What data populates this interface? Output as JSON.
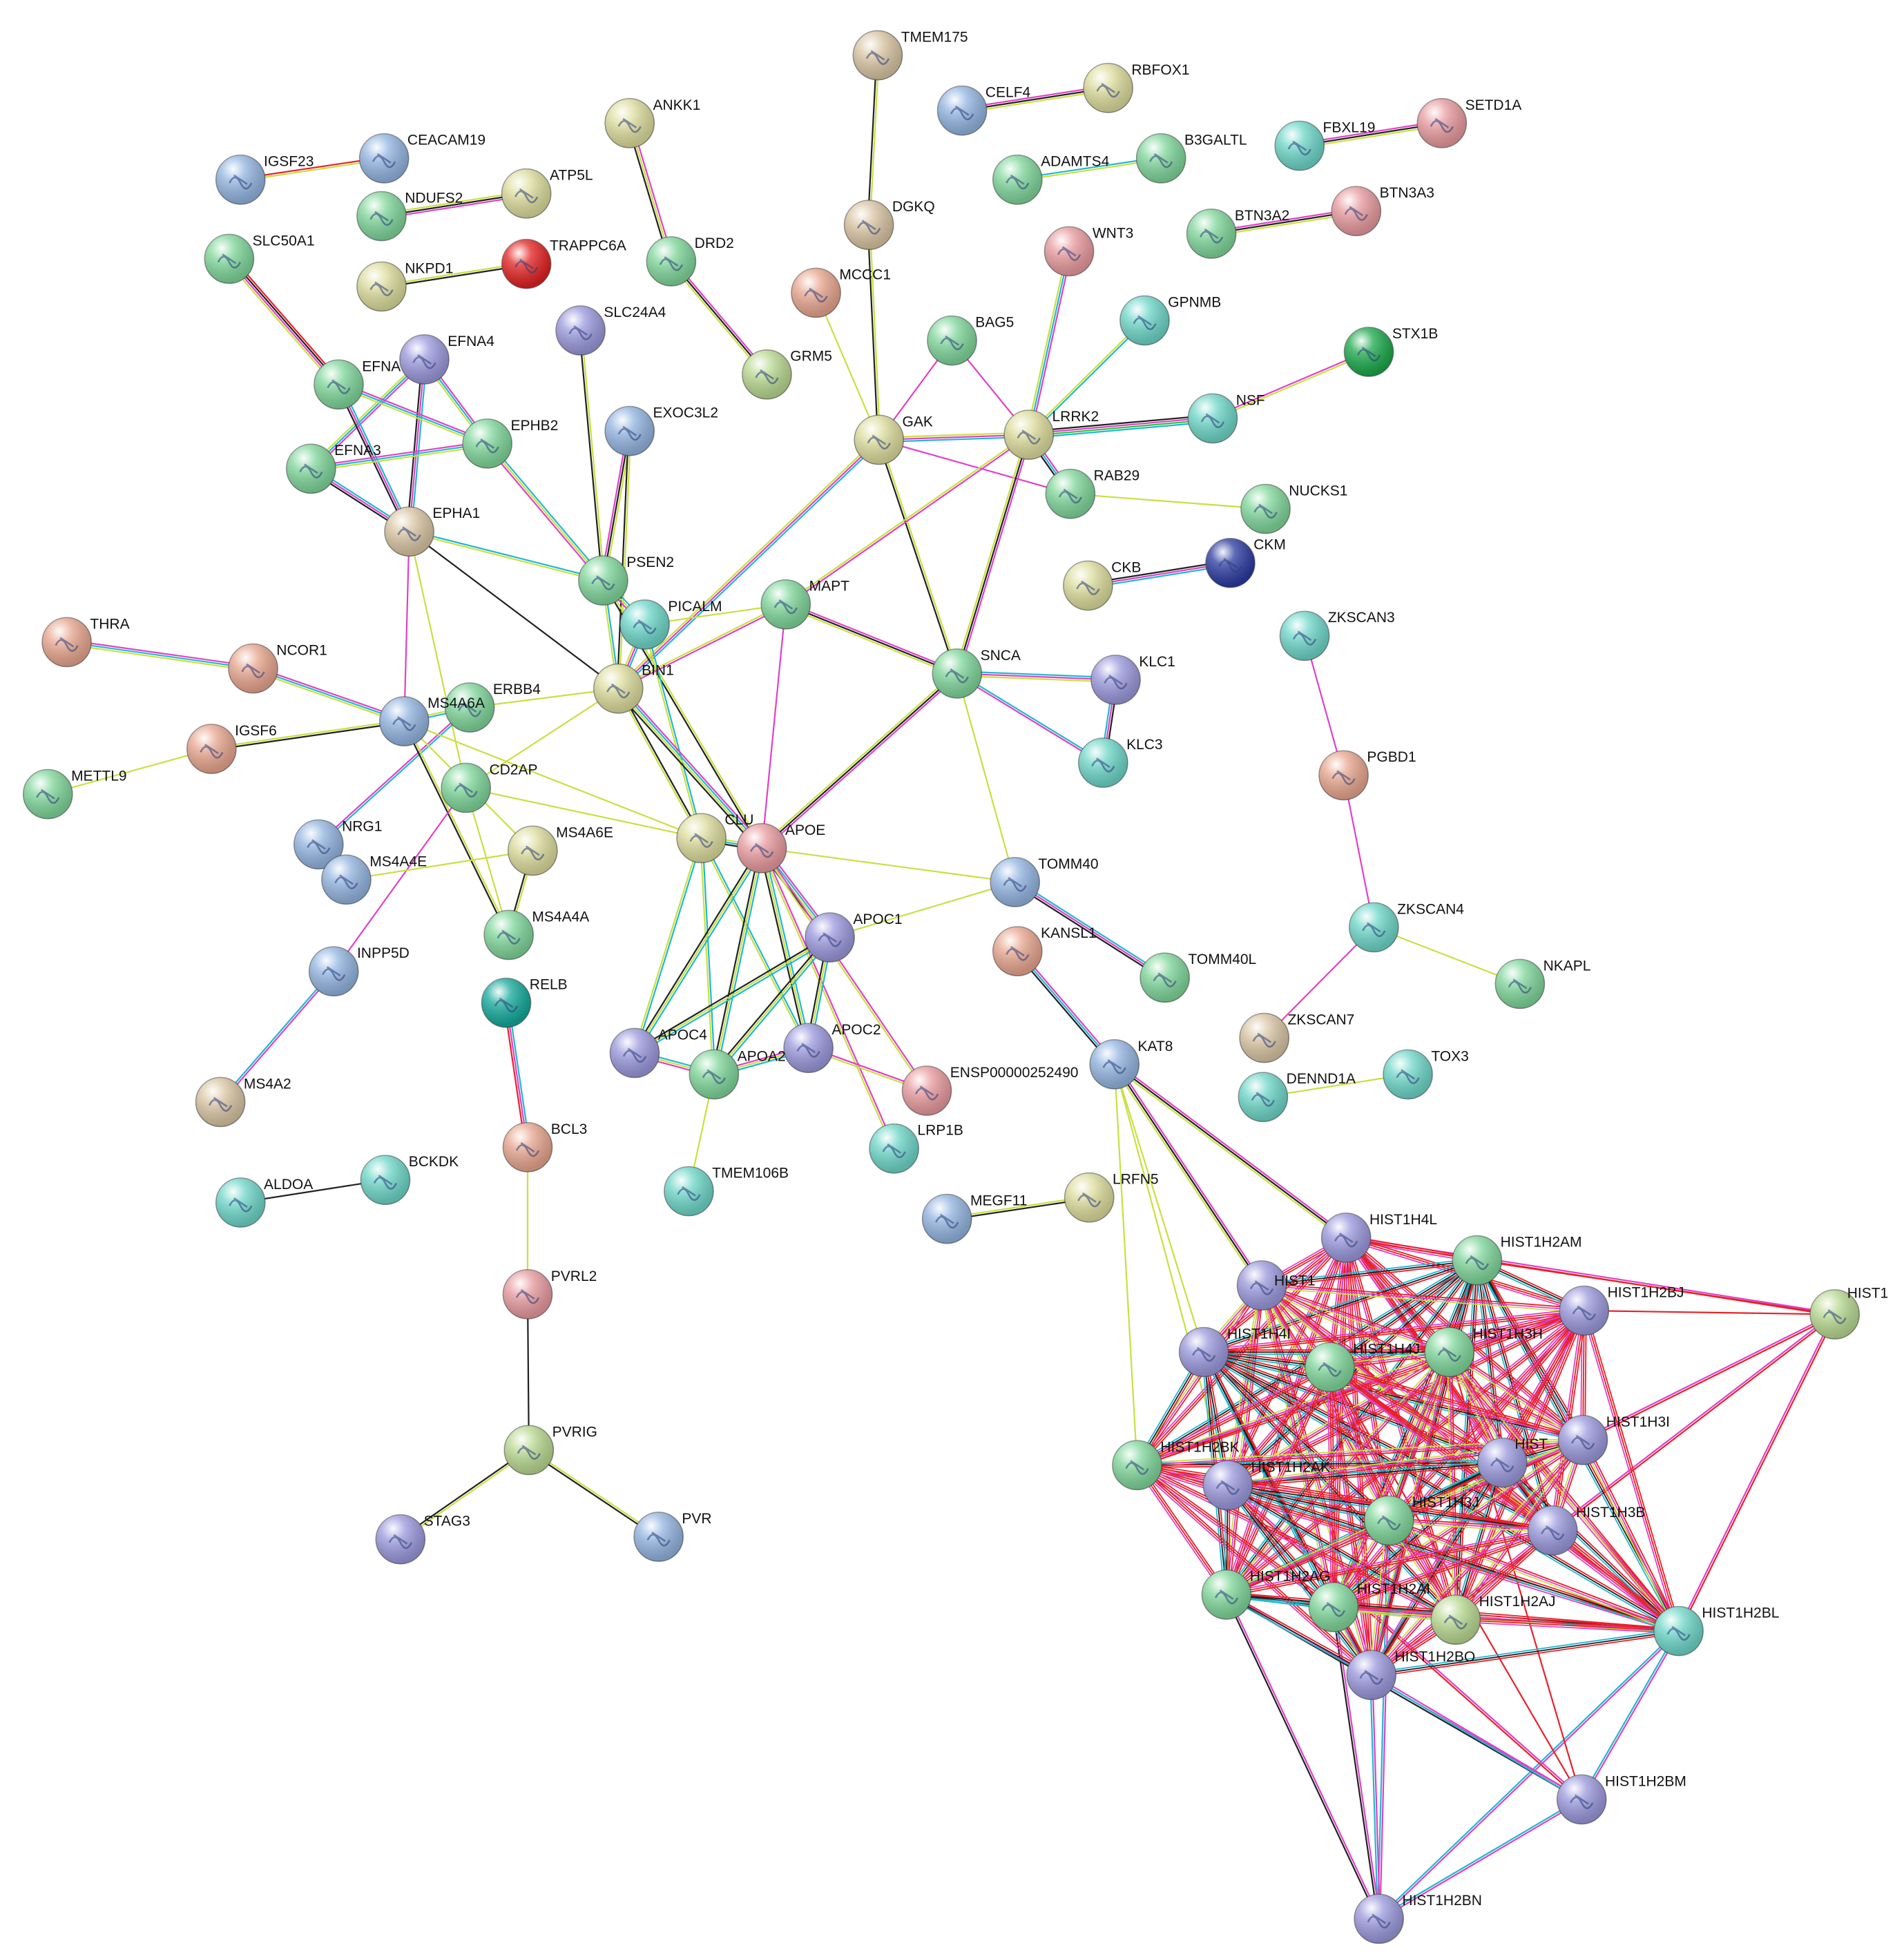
{
  "colors": {
    "green": "#7fd69a",
    "teal": "#6dd6c8",
    "blue": "#92b4e0",
    "purple": "#9a98dc",
    "yellow": "#dcdc9c",
    "salmon": "#e8a58e",
    "olive": "#b8d890",
    "tan": "#d8c4a2",
    "pink": "#e89a9e",
    "red": "#e22020",
    "darkgreen": "#1aa84a",
    "darkteal": "#14a89a",
    "navy": "#2a3aa0",
    "edge_red": "#e8202a",
    "edge_magenta": "#e040c8",
    "edge_cyan": "#20b8d0",
    "edge_yellow": "#c8e040",
    "edge_black": "#202020",
    "edge_green": "#30c040",
    "edge_blue": "#4040e0"
  },
  "nodes": [
    {
      "id": "TMEM175",
      "label": "TMEM175",
      "color": "tan"
    },
    {
      "id": "CELF4",
      "label": "CELF4",
      "color": "blue"
    },
    {
      "id": "RBFOX1",
      "label": "RBFOX1",
      "color": "yellow"
    },
    {
      "id": "ANKK1",
      "label": "ANKK1",
      "color": "yellow"
    },
    {
      "id": "IGSF23",
      "label": "IGSF23",
      "color": "blue"
    },
    {
      "id": "CEACAM19",
      "label": "CEACAM19",
      "color": "blue"
    },
    {
      "id": "ADAMTS4",
      "label": "ADAMTS4",
      "color": "green"
    },
    {
      "id": "B3GALTL",
      "label": "B3GALTL",
      "color": "green"
    },
    {
      "id": "FBXL19",
      "label": "FBXL19",
      "color": "teal"
    },
    {
      "id": "SETD1A",
      "label": "SETD1A",
      "color": "pink"
    },
    {
      "id": "NDUFS2",
      "label": "NDUFS2",
      "color": "green"
    },
    {
      "id": "ATP5L",
      "label": "ATP5L",
      "color": "yellow"
    },
    {
      "id": "DGKQ",
      "label": "DGKQ",
      "color": "tan"
    },
    {
      "id": "BTN3A2",
      "label": "BTN3A2",
      "color": "green"
    },
    {
      "id": "BTN3A3",
      "label": "BTN3A3",
      "color": "pink"
    },
    {
      "id": "SLC50A1",
      "label": "SLC50A1",
      "color": "green"
    },
    {
      "id": "DRD2",
      "label": "DRD2",
      "color": "green"
    },
    {
      "id": "WNT3",
      "label": "WNT3",
      "color": "pink"
    },
    {
      "id": "NKPD1",
      "label": "NKPD1",
      "color": "yellow"
    },
    {
      "id": "TRAPPC6A",
      "label": "TRAPPC6A",
      "color": "red"
    },
    {
      "id": "MCCC1",
      "label": "MCCC1",
      "color": "salmon"
    },
    {
      "id": "GPNMB",
      "label": "GPNMB",
      "color": "teal"
    },
    {
      "id": "SLC24A4",
      "label": "SLC24A4",
      "color": "purple"
    },
    {
      "id": "BAG5",
      "label": "BAG5",
      "color": "green"
    },
    {
      "id": "STX1B",
      "label": "STX1B",
      "color": "darkgreen"
    },
    {
      "id": "EFNA4",
      "label": "EFNA4",
      "color": "purple"
    },
    {
      "id": "EFNA",
      "label": "EFNA",
      "color": "green"
    },
    {
      "id": "GRM5",
      "label": "GRM5",
      "color": "olive"
    },
    {
      "id": "EXOC3L2",
      "label": "EXOC3L2",
      "color": "blue"
    },
    {
      "id": "NSF",
      "label": "NSF",
      "color": "teal"
    },
    {
      "id": "EPHB2",
      "label": "EPHB2",
      "color": "green"
    },
    {
      "id": "GAK",
      "label": "GAK",
      "color": "yellow"
    },
    {
      "id": "LRRK2",
      "label": "LRRK2",
      "color": "yellow"
    },
    {
      "id": "EFNA3",
      "label": "EFNA3",
      "color": "green"
    },
    {
      "id": "RAB29",
      "label": "RAB29",
      "color": "green"
    },
    {
      "id": "NUCKS1",
      "label": "NUCKS1",
      "color": "green"
    },
    {
      "id": "EPHA1",
      "label": "EPHA1",
      "color": "tan"
    },
    {
      "id": "CKB",
      "label": "CKB",
      "color": "yellow"
    },
    {
      "id": "CKM",
      "label": "CKM",
      "color": "navy"
    },
    {
      "id": "PSEN2",
      "label": "PSEN2",
      "color": "green"
    },
    {
      "id": "PICALM",
      "label": "PICALM",
      "color": "teal"
    },
    {
      "id": "MAPT",
      "label": "MAPT",
      "color": "green"
    },
    {
      "id": "ZKSCAN3",
      "label": "ZKSCAN3",
      "color": "teal"
    },
    {
      "id": "THRA",
      "label": "THRA",
      "color": "salmon"
    },
    {
      "id": "NCOR1",
      "label": "NCOR1",
      "color": "salmon"
    },
    {
      "id": "SNCA",
      "label": "SNCA",
      "color": "green"
    },
    {
      "id": "KLC1",
      "label": "KLC1",
      "color": "purple"
    },
    {
      "id": "BIN1",
      "label": "BIN1",
      "color": "yellow"
    },
    {
      "id": "ERBB4",
      "label": "ERBB4",
      "color": "green"
    },
    {
      "id": "MS4A6A",
      "label": "MS4A6A",
      "color": "blue"
    },
    {
      "id": "IGSF6",
      "label": "IGSF6",
      "color": "salmon"
    },
    {
      "id": "KLC3",
      "label": "KLC3",
      "color": "teal"
    },
    {
      "id": "PGBD1",
      "label": "PGBD1",
      "color": "salmon"
    },
    {
      "id": "METTL9",
      "label": "METTL9",
      "color": "green"
    },
    {
      "id": "CD2AP",
      "label": "CD2AP",
      "color": "green"
    },
    {
      "id": "NRG1",
      "label": "NRG1",
      "color": "blue"
    },
    {
      "id": "CLU",
      "label": "CLU",
      "color": "yellow"
    },
    {
      "id": "APOE",
      "label": "APOE",
      "color": "pink"
    },
    {
      "id": "MS4A6E",
      "label": "MS4A6E",
      "color": "yellow"
    },
    {
      "id": "MS4A4E",
      "label": "MS4A4E",
      "color": "blue"
    },
    {
      "id": "TOMM40",
      "label": "TOMM40",
      "color": "blue"
    },
    {
      "id": "ZKSCAN4",
      "label": "ZKSCAN4",
      "color": "teal"
    },
    {
      "id": "APOC1",
      "label": "APOC1",
      "color": "purple"
    },
    {
      "id": "KANSL1",
      "label": "KANSL1",
      "color": "salmon"
    },
    {
      "id": "MS4A4A",
      "label": "MS4A4A",
      "color": "green"
    },
    {
      "id": "INPP5D",
      "label": "INPP5D",
      "color": "blue"
    },
    {
      "id": "TOMM40L",
      "label": "TOMM40L",
      "color": "green"
    },
    {
      "id": "NKAPL",
      "label": "NKAPL",
      "color": "green"
    },
    {
      "id": "RELB",
      "label": "RELB",
      "color": "darkteal"
    },
    {
      "id": "ZKSCAN7",
      "label": "ZKSCAN7",
      "color": "tan"
    },
    {
      "id": "APOC4",
      "label": "APOC4",
      "color": "purple"
    },
    {
      "id": "APOC2",
      "label": "APOC2",
      "color": "purple"
    },
    {
      "id": "APOA2",
      "label": "APOA2",
      "color": "green"
    },
    {
      "id": "KAT8",
      "label": "KAT8",
      "color": "blue"
    },
    {
      "id": "TOX3",
      "label": "TOX3",
      "color": "teal"
    },
    {
      "id": "ENSP",
      "label": "ENSP00000252490",
      "color": "pink"
    },
    {
      "id": "DENND1A",
      "label": "DENND1A",
      "color": "teal"
    },
    {
      "id": "MS4A2",
      "label": "MS4A2",
      "color": "tan"
    },
    {
      "id": "LRP1B",
      "label": "LRP1B",
      "color": "teal"
    },
    {
      "id": "BCL3",
      "label": "BCL3",
      "color": "salmon"
    },
    {
      "id": "ALDOA",
      "label": "ALDOA",
      "color": "teal"
    },
    {
      "id": "BCKDK",
      "label": "BCKDK",
      "color": "teal"
    },
    {
      "id": "TMEM106B",
      "label": "TMEM106B",
      "color": "teal"
    },
    {
      "id": "MEGF11",
      "label": "MEGF11",
      "color": "blue"
    },
    {
      "id": "LRFN5",
      "label": "LRFN5",
      "color": "yellow"
    },
    {
      "id": "PVRL2",
      "label": "PVRL2",
      "color": "pink"
    },
    {
      "id": "PVRIG",
      "label": "PVRIG",
      "color": "olive"
    },
    {
      "id": "STAG3",
      "label": "STAG3",
      "color": "purple"
    },
    {
      "id": "PVR",
      "label": "PVR",
      "color": "blue"
    },
    {
      "id": "HIST1H4L",
      "label": "HIST1H4L",
      "color": "purple"
    },
    {
      "id": "HIST1H2AM",
      "label": "HIST1H2AM",
      "color": "green"
    },
    {
      "id": "HIST1a",
      "label": "HIST1",
      "color": "purple"
    },
    {
      "id": "HIST1H2BJ",
      "label": "HIST1H2BJ",
      "color": "purple"
    },
    {
      "id": "HIST1b",
      "label": "HIST1",
      "color": "olive"
    },
    {
      "id": "HIST1H4I",
      "label": "HIST1H4I",
      "color": "purple"
    },
    {
      "id": "HIST1H3H",
      "label": "HIST1H3H",
      "color": "green"
    },
    {
      "id": "HIST1H4J",
      "label": "HIST1H4J",
      "color": "green"
    },
    {
      "id": "HIST1c",
      "label": "HIST",
      "color": "purple"
    },
    {
      "id": "HIST1H3I",
      "label": "HIST1H3I",
      "color": "purple"
    },
    {
      "id": "HIST1H2BK",
      "label": "HIST1H2BK",
      "color": "green"
    },
    {
      "id": "HIST1H2AK",
      "label": "HIST1H2AK",
      "color": "purple"
    },
    {
      "id": "HIST1H3J",
      "label": "HIST1H3J",
      "color": "green"
    },
    {
      "id": "HIST1H3B",
      "label": "HIST1H3B",
      "color": "purple"
    },
    {
      "id": "HIST1H2AG",
      "label": "HIST1H2AG",
      "color": "green"
    },
    {
      "id": "HIST1H2AI",
      "label": "HIST1H2AI",
      "color": "green"
    },
    {
      "id": "HIST1H2AJ",
      "label": "HIST1H2AJ",
      "color": "olive"
    },
    {
      "id": "HIST1H2BL",
      "label": "HIST1H2BL",
      "color": "teal"
    },
    {
      "id": "HIST1H2BO",
      "label": "HIST1H2BO",
      "color": "purple"
    },
    {
      "id": "HIST1H2BM",
      "label": "HIST1H2BM",
      "color": "purple"
    },
    {
      "id": "HIST1H2BN",
      "label": "HIST1H2BN",
      "color": "purple"
    }
  ],
  "edges": [
    [
      "TMEM175",
      "DGKQ",
      "yb"
    ],
    [
      "CELF4",
      "RBFOX1",
      "mby"
    ],
    [
      "ANKK1",
      "DRD2",
      "myb"
    ],
    [
      "IGSF23",
      "CEACAM19",
      "ry"
    ],
    [
      "ADAMTS4",
      "B3GALTL",
      "cy"
    ],
    [
      "FBXL19",
      "SETD1A",
      "mby"
    ],
    [
      "NDUFS2",
      "ATP5L",
      "ybm"
    ],
    [
      "BTN3A2",
      "BTN3A3",
      "mby"
    ],
    [
      "SLC50A1",
      "EFNA",
      "rbmy"
    ],
    [
      "DRD2",
      "GRM5",
      "mby"
    ],
    [
      "NKPD1",
      "TRAPPC6A",
      "yb"
    ],
    [
      "DGKQ",
      "GAK",
      "yb"
    ],
    [
      "MCCC1",
      "GAK",
      "y"
    ],
    [
      "WNT3",
      "LRRK2",
      "mcy"
    ],
    [
      "GPNMB",
      "LRRK2",
      "cy"
    ],
    [
      "BAG5",
      "LRRK2",
      "m"
    ],
    [
      "BAG5",
      "GAK",
      "m"
    ],
    [
      "STX1B",
      "NSF",
      "ym"
    ],
    [
      "NSF",
      "LRRK2",
      "cgmb"
    ],
    [
      "GAK",
      "LRRK2",
      "ymc"
    ],
    [
      "LRRK2",
      "RAB29",
      "mcb"
    ],
    [
      "GAK",
      "RAB29",
      "m"
    ],
    [
      "RAB29",
      "NUCKS1",
      "y"
    ],
    [
      "GAK",
      "SNCA",
      "yb"
    ],
    [
      "LRRK2",
      "SNCA",
      "mby"
    ],
    [
      "LRRK2",
      "MAPT",
      "my"
    ],
    [
      "GAK",
      "BIN1",
      "cmy"
    ],
    [
      "CKB",
      "CKM",
      "bmc"
    ],
    [
      "EFNA4",
      "EPHB2",
      "mcy"
    ],
    [
      "EFNA4",
      "EPHA1",
      "cmb"
    ],
    [
      "EFNA4",
      "EFNA3",
      "mcy"
    ],
    [
      "EFNA",
      "EPHB2",
      "mcy"
    ],
    [
      "EFNA",
      "EPHA1",
      "cmb"
    ],
    [
      "EFNA3",
      "EPHB2",
      "mcy"
    ],
    [
      "EFNA3",
      "EPHA1",
      "cmb"
    ],
    [
      "EPHB2",
      "PSEN2",
      "cym"
    ],
    [
      "EPHA1",
      "PSEN2",
      "cy"
    ],
    [
      "EPHA1",
      "BIN1",
      "b"
    ],
    [
      "EPHA1",
      "MS4A6A",
      "m"
    ],
    [
      "EPHA1",
      "CD2AP",
      "y"
    ],
    [
      "SLC24A4",
      "PSEN2",
      "yb"
    ],
    [
      "EXOC3L2",
      "PSEN2",
      "ybm"
    ],
    [
      "EXOC3L2",
      "BIN1",
      "yb"
    ],
    [
      "PSEN2",
      "PICALM",
      "cym"
    ],
    [
      "PSEN2",
      "APOE",
      "yb"
    ],
    [
      "PSEN2",
      "BIN1",
      "cy"
    ],
    [
      "PICALM",
      "MAPT",
      "y"
    ],
    [
      "PICALM",
      "BIN1",
      "cmy"
    ],
    [
      "PICALM",
      "CLU",
      "cy"
    ],
    [
      "MAPT",
      "BIN1",
      "my"
    ],
    [
      "MAPT",
      "SNCA",
      "mby"
    ],
    [
      "MAPT",
      "APOE",
      "m"
    ],
    [
      "SNCA",
      "KLC1",
      "cmy"
    ],
    [
      "SNCA",
      "KLC3",
      "cm"
    ],
    [
      "KLC1",
      "KLC3",
      "bmc"
    ],
    [
      "SNCA",
      "APOE",
      "mby"
    ],
    [
      "SNCA",
      "TOMM40",
      "y"
    ],
    [
      "THRA",
      "NCOR1",
      "mcy"
    ],
    [
      "NCOR1",
      "MS4A6A",
      "mcy"
    ],
    [
      "IGSF6",
      "MS4A6A",
      "yb"
    ],
    [
      "METTL9",
      "IGSF6",
      "y"
    ],
    [
      "ERBB4",
      "NRG1",
      "cm"
    ],
    [
      "ERBB4",
      "BIN1",
      "y"
    ],
    [
      "MS4A6A",
      "ERBB4",
      "yc"
    ],
    [
      "MS4A6A",
      "CLU",
      "y"
    ],
    [
      "MS4A6A",
      "MS4A4A",
      "yb"
    ],
    [
      "MS4A6A",
      "MS4A6E",
      "y"
    ],
    [
      "BIN1",
      "CLU",
      "by"
    ],
    [
      "BIN1",
      "APOE",
      "mcyb"
    ],
    [
      "BIN1",
      "CD2AP",
      "y"
    ],
    [
      "CD2AP",
      "CLU",
      "y"
    ],
    [
      "CD2AP",
      "INPP5D",
      "m"
    ],
    [
      "CD2AP",
      "MS4A4A",
      "y"
    ],
    [
      "NRG1",
      "MS4A4E",
      "b"
    ],
    [
      "MS4A4E",
      "MS4A6E",
      "y"
    ],
    [
      "MS4A6E",
      "MS4A4A",
      "yb"
    ],
    [
      "CLU",
      "APOE",
      "ycb"
    ],
    [
      "CLU",
      "APOA2",
      "cy"
    ],
    [
      "CLU",
      "APOC4",
      "cy"
    ],
    [
      "CLU",
      "APOC2",
      "cy"
    ],
    [
      "APOE",
      "APOC1",
      "mcyb"
    ],
    [
      "APOE",
      "APOC4",
      "cyb"
    ],
    [
      "APOE",
      "APOA2",
      "cyb"
    ],
    [
      "APOE",
      "APOC2",
      "cyb"
    ],
    [
      "APOE",
      "ENSP",
      "my"
    ],
    [
      "APOE",
      "LRP1B",
      "my"
    ],
    [
      "APOE",
      "TOMM40",
      "y"
    ],
    [
      "APOC1",
      "APOC4",
      "cyb"
    ],
    [
      "APOC1",
      "APOA2",
      "cyb"
    ],
    [
      "APOC1",
      "APOC2",
      "cyb"
    ],
    [
      "APOC1",
      "TOMM40",
      "y"
    ],
    [
      "APOC4",
      "APOA2",
      "cym"
    ],
    [
      "APOC2",
      "APOA2",
      "cym"
    ],
    [
      "APOA2",
      "TMEM106B",
      "y"
    ],
    [
      "APOC2",
      "ENSP",
      "my"
    ],
    [
      "TOMM40",
      "TOMM40L",
      "cmb"
    ],
    [
      "INPP5D",
      "MS4A2",
      "mc"
    ],
    [
      "RELB",
      "BCL3",
      "cmr"
    ],
    [
      "BCL3",
      "PVRL2",
      "y"
    ],
    [
      "PVRL2",
      "PVRIG",
      "b"
    ],
    [
      "PVRIG",
      "STAG3",
      "yb"
    ],
    [
      "PVRIG",
      "PVR",
      "yb"
    ],
    [
      "ALDOA",
      "BCKDK",
      "b"
    ],
    [
      "MEGF11",
      "LRFN5",
      "yb"
    ],
    [
      "KANSL1",
      "KAT8",
      "mcb"
    ],
    [
      "ZKSCAN3",
      "PGBD1",
      "m"
    ],
    [
      "PGBD1",
      "ZKSCAN4",
      "m"
    ],
    [
      "ZKSCAN4",
      "ZKSCAN7",
      "m"
    ],
    [
      "ZKSCAN4",
      "NKAPL",
      "y"
    ],
    [
      "DENND1A",
      "TOX3",
      "y"
    ],
    [
      "KAT8",
      "HIST1H4L",
      "mby"
    ],
    [
      "KAT8",
      "HIST1a",
      "mby"
    ],
    [
      "KAT8",
      "HIST1H4I",
      "y"
    ],
    [
      "KAT8",
      "HIST1H2BK",
      "y"
    ],
    [
      "KAT8",
      "HIST1H2AK",
      "y"
    ],
    [
      "HIST1b",
      "HIST1H2BJ",
      "r"
    ],
    [
      "HIST1b",
      "HIST1H2AM",
      "r"
    ],
    [
      "HIST1b",
      "HIST1H4L",
      "rm"
    ],
    [
      "HIST1b",
      "HIST1H3B",
      "rm"
    ],
    [
      "HIST1b",
      "HIST1H2BL",
      "rm"
    ],
    [
      "HIST1b",
      "HIST1H3I",
      "rm"
    ],
    [
      "HIST1H2BN",
      "HIST1H2BM",
      "cm"
    ],
    [
      "HIST1H2BN",
      "HIST1H2AG",
      "bm"
    ],
    [
      "HIST1H2BN",
      "HIST1H2BL",
      "cm"
    ],
    [
      "HIST1H2BN",
      "HIST1H3J",
      "cm"
    ],
    [
      "HIST1H2BN",
      "HIST1H2BO",
      "cm"
    ],
    [
      "HIST1H2BN",
      "HIST1H2AI",
      "bm"
    ],
    [
      "HIST1H2BM",
      "HIST1H2BL",
      "cm"
    ],
    [
      "HIST1H2BM",
      "HIST1H2AG",
      "bm"
    ],
    [
      "HIST1H2BM",
      "HIST1H3H",
      "r"
    ],
    [
      "HIST1H2BM",
      "HIST1H4J",
      "r"
    ],
    [
      "HIST1H2BM",
      "HIST1H2AK",
      "rm"
    ],
    [
      "HIST1H2BM",
      "HIST1H2BO",
      "cm"
    ]
  ]
}
